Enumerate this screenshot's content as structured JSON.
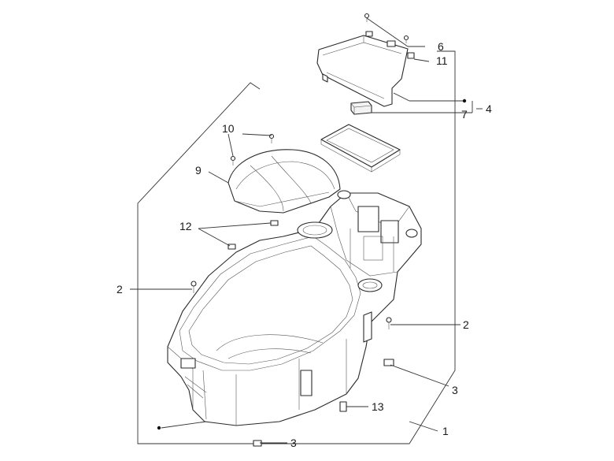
{
  "labels": {
    "l1": "1",
    "l2a": "2",
    "l2b": "2",
    "l3a": "3",
    "l3b": "3",
    "l4": "4",
    "l6": "6",
    "l7": "7",
    "l9": "9",
    "l10": "10",
    "l11": "11",
    "l12": "12",
    "l13": "13"
  }
}
